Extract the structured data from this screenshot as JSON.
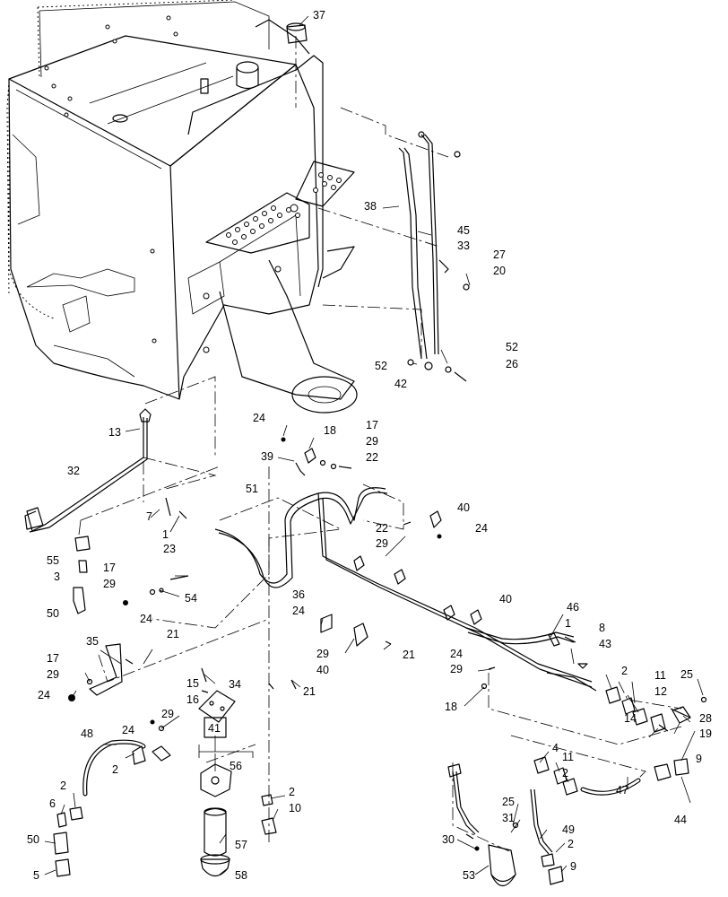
{
  "diagram": {
    "callouts": [
      {
        "id": "c37",
        "text": "37"
      },
      {
        "id": "c38",
        "text": "38"
      },
      {
        "id": "c45",
        "text": "45"
      },
      {
        "id": "c33",
        "text": "33"
      },
      {
        "id": "c27",
        "text": "27"
      },
      {
        "id": "c20",
        "text": "20"
      },
      {
        "id": "c52a",
        "text": "52"
      },
      {
        "id": "c52b",
        "text": "52"
      },
      {
        "id": "c26",
        "text": "26"
      },
      {
        "id": "c42",
        "text": "42"
      },
      {
        "id": "c13",
        "text": "13"
      },
      {
        "id": "c24a",
        "text": "24"
      },
      {
        "id": "c18a",
        "text": "18"
      },
      {
        "id": "c17a",
        "text": "17"
      },
      {
        "id": "c29a",
        "text": "29"
      },
      {
        "id": "c22a",
        "text": "22"
      },
      {
        "id": "c39",
        "text": "39"
      },
      {
        "id": "c32",
        "text": "32"
      },
      {
        "id": "c51",
        "text": "51"
      },
      {
        "id": "c40a",
        "text": "40"
      },
      {
        "id": "c22b",
        "text": "22"
      },
      {
        "id": "c29b",
        "text": "29"
      },
      {
        "id": "c24b",
        "text": "24"
      },
      {
        "id": "c7",
        "text": "7"
      },
      {
        "id": "c1a",
        "text": "1"
      },
      {
        "id": "c55",
        "text": "55"
      },
      {
        "id": "c3",
        "text": "3"
      },
      {
        "id": "c23",
        "text": "23"
      },
      {
        "id": "c17b",
        "text": "17"
      },
      {
        "id": "c29c",
        "text": "29"
      },
      {
        "id": "c54",
        "text": "54"
      },
      {
        "id": "c24c",
        "text": "24"
      },
      {
        "id": "c50a",
        "text": "50"
      },
      {
        "id": "c36",
        "text": "36"
      },
      {
        "id": "c24d",
        "text": "24"
      },
      {
        "id": "c40b",
        "text": "40"
      },
      {
        "id": "c46",
        "text": "46"
      },
      {
        "id": "c1b",
        "text": "1"
      },
      {
        "id": "c8",
        "text": "8"
      },
      {
        "id": "c43",
        "text": "43"
      },
      {
        "id": "c35",
        "text": "35"
      },
      {
        "id": "c21a",
        "text": "21"
      },
      {
        "id": "c29d",
        "text": "29"
      },
      {
        "id": "c21b",
        "text": "21"
      },
      {
        "id": "c40c",
        "text": "40"
      },
      {
        "id": "c24e",
        "text": "24"
      },
      {
        "id": "c29e",
        "text": "29"
      },
      {
        "id": "c17c",
        "text": "17"
      },
      {
        "id": "c29f",
        "text": "29"
      },
      {
        "id": "c24f",
        "text": "24"
      },
      {
        "id": "c2a",
        "text": "2"
      },
      {
        "id": "c11a",
        "text": "11"
      },
      {
        "id": "c25a",
        "text": "25"
      },
      {
        "id": "c12",
        "text": "12"
      },
      {
        "id": "c28",
        "text": "28"
      },
      {
        "id": "c18b",
        "text": "18"
      },
      {
        "id": "c14",
        "text": "14"
      },
      {
        "id": "c19",
        "text": "19"
      },
      {
        "id": "c15",
        "text": "15"
      },
      {
        "id": "c16",
        "text": "16"
      },
      {
        "id": "c34",
        "text": "34"
      },
      {
        "id": "c21c",
        "text": "21"
      },
      {
        "id": "c29g",
        "text": "29"
      },
      {
        "id": "c24g",
        "text": "24"
      },
      {
        "id": "c48",
        "text": "48"
      },
      {
        "id": "c2b",
        "text": "2"
      },
      {
        "id": "c41",
        "text": "41"
      },
      {
        "id": "c56",
        "text": "56"
      },
      {
        "id": "c4",
        "text": "4"
      },
      {
        "id": "c11b",
        "text": "11"
      },
      {
        "id": "c2c",
        "text": "2"
      },
      {
        "id": "c9a",
        "text": "9"
      },
      {
        "id": "c47",
        "text": "47"
      },
      {
        "id": "c44",
        "text": "44"
      },
      {
        "id": "c2d",
        "text": "2"
      },
      {
        "id": "c6",
        "text": "6"
      },
      {
        "id": "c2e",
        "text": "2"
      },
      {
        "id": "c10",
        "text": "10"
      },
      {
        "id": "c25b",
        "text": "25"
      },
      {
        "id": "c31",
        "text": "31"
      },
      {
        "id": "c49",
        "text": "49"
      },
      {
        "id": "c57",
        "text": "57"
      },
      {
        "id": "c50b",
        "text": "50"
      },
      {
        "id": "c30",
        "text": "30"
      },
      {
        "id": "c2f",
        "text": "2"
      },
      {
        "id": "c5",
        "text": "5"
      },
      {
        "id": "c58",
        "text": "58"
      },
      {
        "id": "c53",
        "text": "53"
      },
      {
        "id": "c9b",
        "text": "9"
      }
    ]
  }
}
